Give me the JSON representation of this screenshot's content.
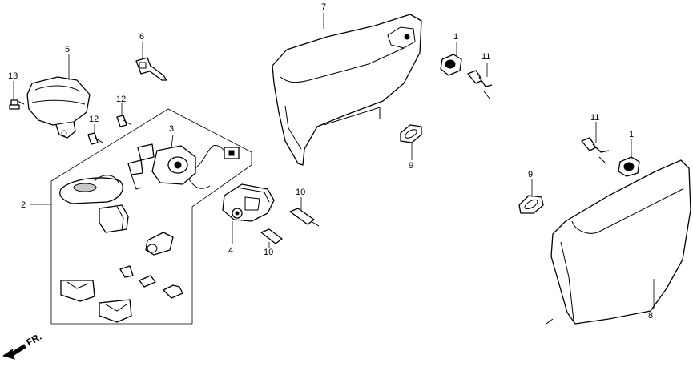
{
  "callouts": {
    "c1a": "1",
    "c1b": "1",
    "c2": "2",
    "c3": "3",
    "c4": "4",
    "c5": "5",
    "c6": "6",
    "c7": "7",
    "c8": "8",
    "c9a": "9",
    "c9b": "9",
    "c10a": "10",
    "c10b": "10",
    "c11a": "11",
    "c11b": "11",
    "c12a": "12",
    "c12b": "12",
    "c13": "13"
  },
  "direction_label": "FR."
}
